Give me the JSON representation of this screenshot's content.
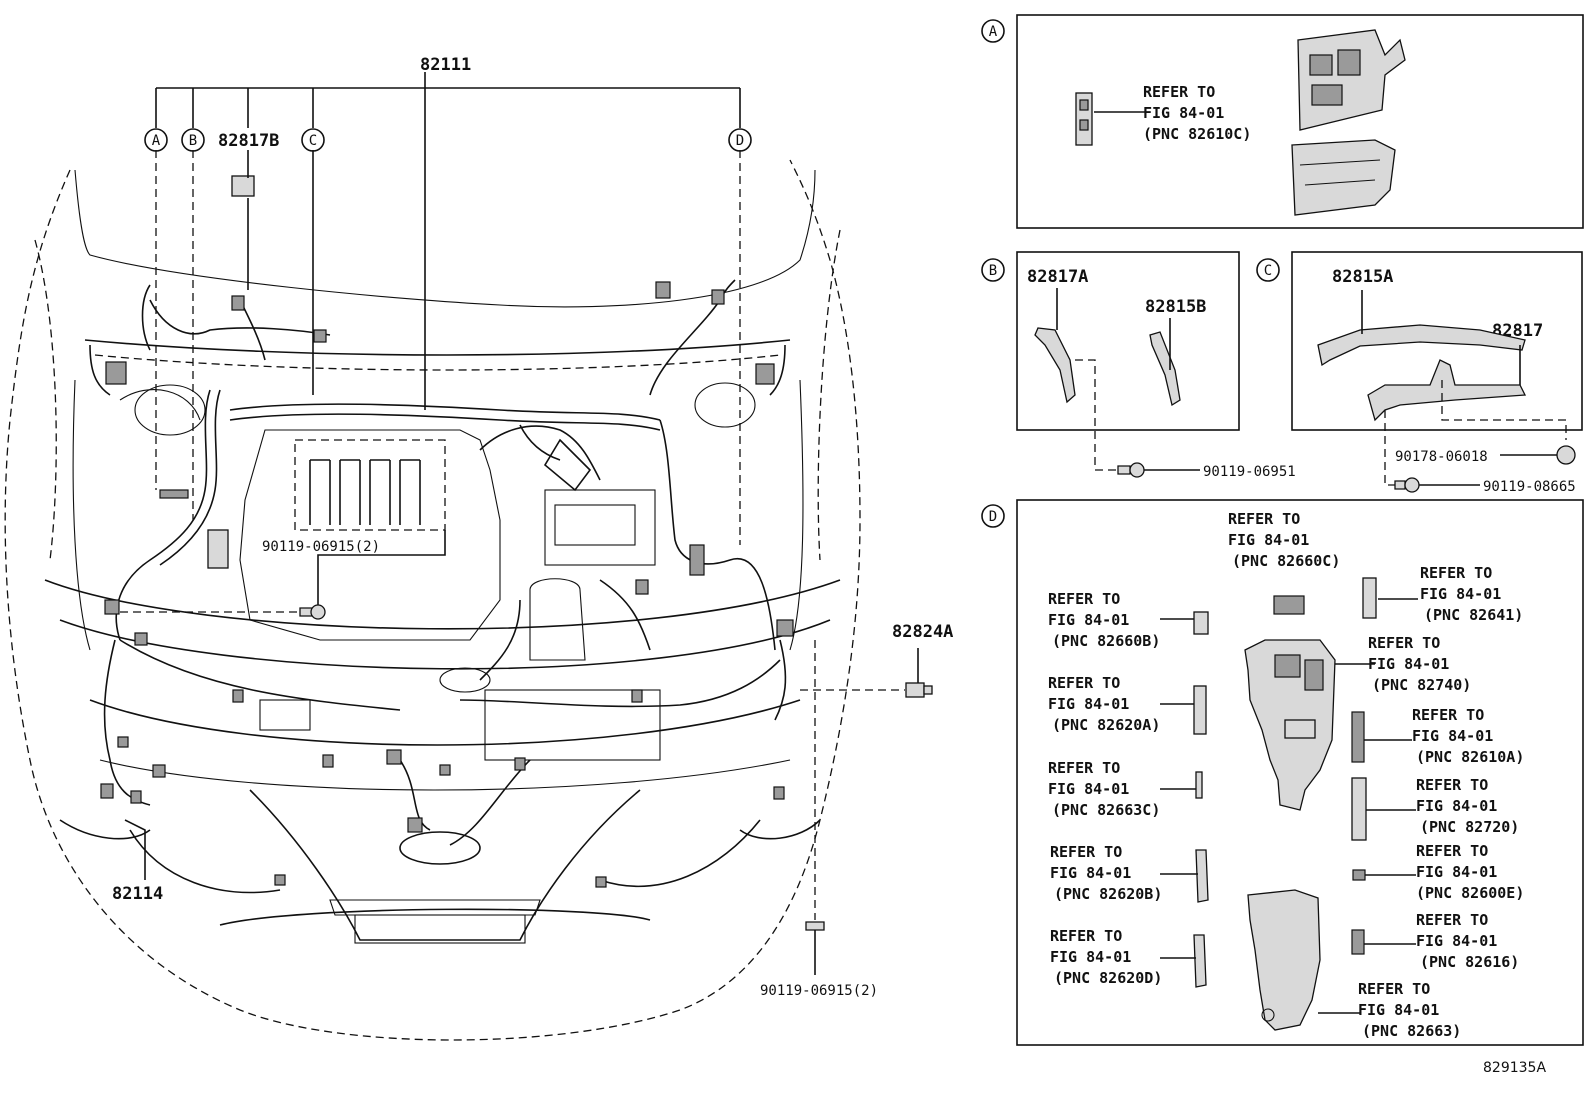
{
  "main": {
    "harness_top": "82111",
    "bracket_b_label": "82817B",
    "connector_82824a": "82824A",
    "harness_front": "82114",
    "bolt_center": "90119-06915(2)",
    "bolt_bottom": "90119-06915(2)",
    "callouts": {
      "a": "A",
      "b": "B",
      "c": "C",
      "d": "D"
    }
  },
  "panel_a": {
    "letter": "A",
    "ref_line1": "REFER TO",
    "ref_line2": "FIG 84-01",
    "ref_line3": "(PNC 82610C)"
  },
  "panel_b": {
    "letter": "B",
    "part1": "82817A",
    "part2": "82815B",
    "bolt": "90119-06951"
  },
  "panel_c": {
    "letter": "C",
    "part1": "82815A",
    "part2": "82817",
    "clip": "90178-06018",
    "bolt": "90119-08665"
  },
  "panel_d": {
    "letter": "D",
    "refs": [
      {
        "l1": "REFER TO",
        "l2": "FIG 84-01",
        "l3": "(PNC 82660C)"
      },
      {
        "l1": "REFER TO",
        "l2": "FIG 84-01",
        "l3": "(PNC 82641)"
      },
      {
        "l1": "REFER TO",
        "l2": "FIG 84-01",
        "l3": "(PNC 82660B)"
      },
      {
        "l1": "REFER TO",
        "l2": "FIG 84-01",
        "l3": "(PNC 82740)"
      },
      {
        "l1": "REFER TO",
        "l2": "FIG 84-01",
        "l3": "(PNC 82620A)"
      },
      {
        "l1": "REFER TO",
        "l2": "FIG 84-01",
        "l3": "(PNC 82610A)"
      },
      {
        "l1": "REFER TO",
        "l2": "FIG 84-01",
        "l3": "(PNC 82663C)"
      },
      {
        "l1": "REFER TO",
        "l2": "FIG 84-01",
        "l3": "(PNC 82720)"
      },
      {
        "l1": "REFER TO",
        "l2": "FIG 84-01",
        "l3": "(PNC 82620B)"
      },
      {
        "l1": "REFER TO",
        "l2": "FIG 84-01",
        "l3": "(PNC 82600E)"
      },
      {
        "l1": "REFER TO",
        "l2": "FIG 84-01",
        "l3": "(PNC 82620D)"
      },
      {
        "l1": "REFER TO",
        "l2": "FIG 84-01",
        "l3": "(PNC 82616)"
      },
      {
        "l1": "REFER TO",
        "l2": "FIG 84-01",
        "l3": "(PNC 82663)"
      }
    ]
  },
  "figure_code": "829135A"
}
